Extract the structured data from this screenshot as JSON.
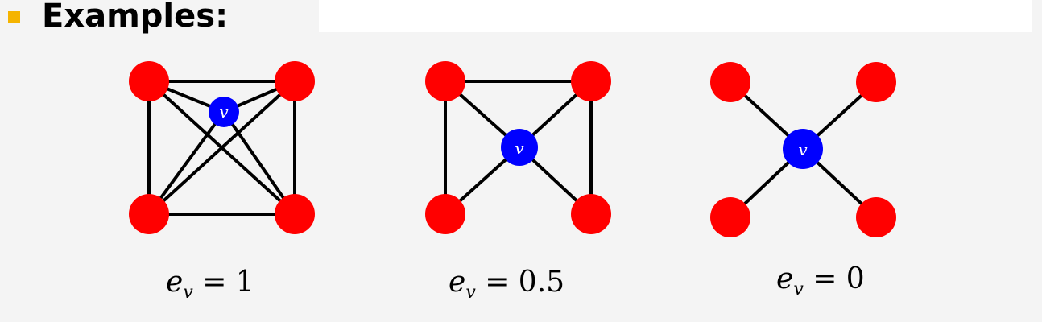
{
  "heading": "Examples:",
  "colors": {
    "outer_node": "#ff0000",
    "center_node": "#0000ff",
    "edge": "#000000",
    "bullet": "#f5b400"
  },
  "examples": [
    {
      "center_label": "v",
      "caption_var": "e",
      "caption_sub": "v",
      "caption_rhs": "= 1"
    },
    {
      "center_label": "v",
      "caption_var": "e",
      "caption_sub": "v",
      "caption_rhs": "= 0.5"
    },
    {
      "center_label": "v",
      "caption_var": "e",
      "caption_sub": "v",
      "caption_rhs": "= 0"
    }
  ]
}
